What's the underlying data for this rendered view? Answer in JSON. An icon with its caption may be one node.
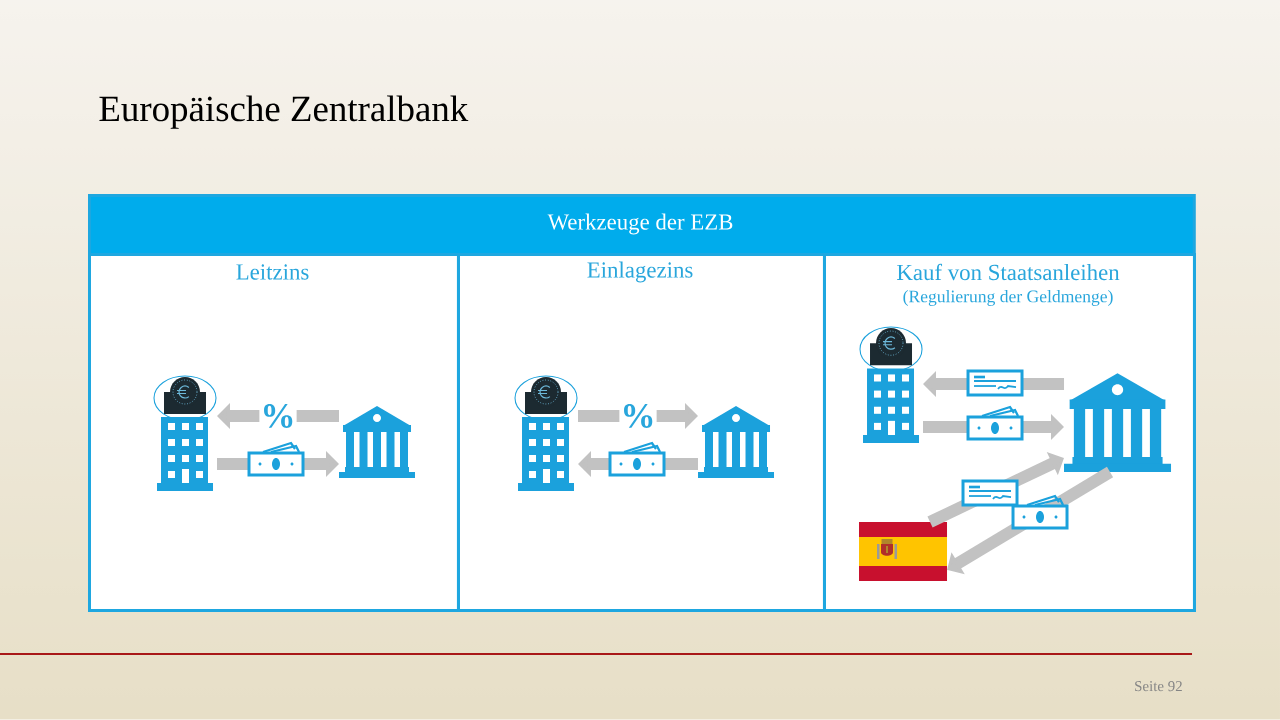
{
  "diagram": {
    "title": "Europäische Zentralbank",
    "nodes": [
      {
        "text": [
          "Werkzeuge der EZB"
        ]
      },
      {
        "text": [
          "Leitzins"
        ],
        "in": 0
      },
      {
        "text": [
          "Einlagezins"
        ],
        "in": 0
      },
      {
        "text": [
          "Kauf von Staatsanleihen",
          "(Regulierung der Geldmenge)"
        ],
        "in": 0
      },
      {
        "text": [],
        "shape": "picture",
        "in": 1
      },
      {
        "text": [],
        "shape": "picture",
        "in": 1
      },
      {
        "text": [],
        "shape": "picture",
        "in": 2
      },
      {
        "text": [],
        "shape": "picture",
        "in": 2
      },
      {
        "text": [],
        "shape": "picture",
        "in": 3
      },
      {
        "text": [],
        "shape": "picture",
        "in": 3
      },
      {
        "text": [],
        "shape": "picture",
        "in": 3
      }
    ],
    "edges": [
      {
        "from": 5,
        "to": 4,
        "arrow": "to",
        "label": "%"
      },
      {
        "from": 4,
        "to": 5,
        "arrow": "to"
      },
      {
        "from": 6,
        "to": 7,
        "arrow": "to",
        "label": "%"
      },
      {
        "from": 7,
        "to": 6,
        "arrow": "to"
      },
      {
        "from": 9,
        "to": 8,
        "arrow": "to"
      },
      {
        "from": 8,
        "to": 9,
        "arrow": "to"
      },
      {
        "from": 10,
        "to": 9,
        "arrow": "to"
      },
      {
        "from": 9,
        "to": 10,
        "arrow": "to"
      }
    ],
    "labels": [
      "Seite 92"
    ]
  }
}
